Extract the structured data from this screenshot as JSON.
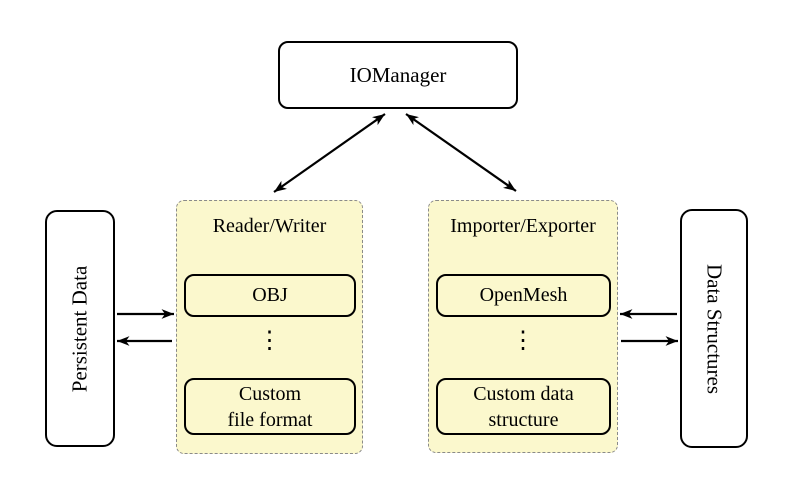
{
  "colors": {
    "background": "#ffffff",
    "panel_fill": "#fbf8cd",
    "panel_border": "#8a8a8a",
    "node_border": "#000000",
    "node_fill": "#ffffff",
    "text": "#000000",
    "arrow": "#000000"
  },
  "nodes": {
    "iomanager": {
      "label": "IOManager"
    },
    "persistent_data": {
      "label": "Persistent Data"
    },
    "data_structures": {
      "label": "Data Structures"
    },
    "reader_writer": {
      "title": "Reader/Writer",
      "top_item": "OBJ",
      "dots": "⋮",
      "bottom_item": "Custom\nfile format"
    },
    "importer_exporter": {
      "title": "Importer/Exporter",
      "top_item": "OpenMesh",
      "dots": "⋮",
      "bottom_item": "Custom data\nstructure"
    }
  },
  "edges": [
    {
      "from": "iomanager",
      "to": "reader_writer",
      "direction": "bidirectional"
    },
    {
      "from": "iomanager",
      "to": "importer_exporter",
      "direction": "bidirectional"
    },
    {
      "from": "persistent_data",
      "to": "reader_writer",
      "direction": "forward"
    },
    {
      "from": "reader_writer",
      "to": "persistent_data",
      "direction": "forward"
    },
    {
      "from": "data_structures",
      "to": "importer_exporter",
      "direction": "forward"
    },
    {
      "from": "importer_exporter",
      "to": "data_structures",
      "direction": "forward"
    }
  ]
}
